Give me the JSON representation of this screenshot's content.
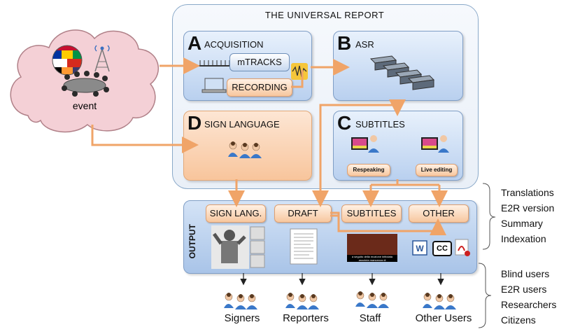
{
  "title": "THE UNIVERSAL  REPORT",
  "event": {
    "label": "event"
  },
  "acquisition": {
    "letter": "A",
    "title": "ACQUISITION",
    "mtracks": "mTRACKS",
    "recording": "RECORDING"
  },
  "asr": {
    "letter": "B",
    "title": "ASR"
  },
  "sign_language": {
    "letter": "D",
    "title": "SIGN LANGUAGE"
  },
  "subtitles_module": {
    "letter": "C",
    "title": "SUBTITLES",
    "respeaking": "Respeaking",
    "live_editing": "Live editing"
  },
  "output": {
    "label": "OUTPUT",
    "items": [
      "SIGN LANG.",
      "DRAFT",
      "SUBTITLES",
      "OTHER"
    ],
    "cc": "CC",
    "caption": "a seguito della mozione intitolata assoluta mancanza di"
  },
  "other_outputs": [
    "Translations",
    "E2R version",
    "Summary",
    "Indexation"
  ],
  "target_users": [
    "Blind users",
    "E2R users",
    "Researchers",
    "Citizens"
  ],
  "users": [
    "Signers",
    "Reporters",
    "Staff",
    "Other Users"
  ],
  "icons": {
    "event_cloud": "cloud-icon",
    "antenna": "antenna-icon",
    "globe": "flags-globe-icon",
    "meeting": "meeting-table-icon",
    "server": "server-rack-icon",
    "laptop": "laptop-icon",
    "people": "people-group-icon",
    "monitor": "monitor-icon",
    "document": "document-icon",
    "video": "video-still-icon",
    "word": "word-doc-icon",
    "pdf": "pdf-doc-icon"
  },
  "colors": {
    "arrow": "#f0a468",
    "blue_border": "#7f9ec6",
    "orange_fill": "#f8c59c",
    "cloud_fill": "#f4d0d6"
  }
}
